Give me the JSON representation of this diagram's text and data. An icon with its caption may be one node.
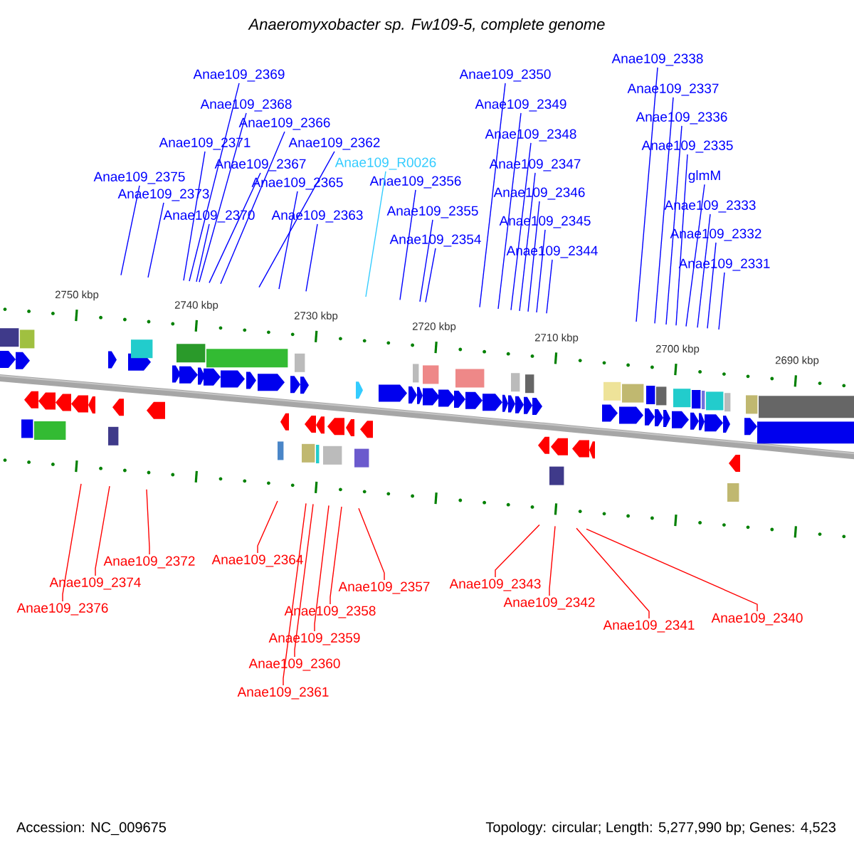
{
  "diagram": {
    "title": "Anaeromyxobacter sp. Fw109-5, complete genome",
    "nodes": [
      {
        "text": [
          "Anae109_2369"
        ]
      },
      {
        "text": [
          "Anae109_2368"
        ]
      },
      {
        "text": [
          "Anae109_2366"
        ]
      },
      {
        "text": [
          "Anae109_2371"
        ]
      },
      {
        "text": [
          "Anae109_2362"
        ]
      },
      {
        "text": [
          "Anae109_2367"
        ]
      },
      {
        "text": [
          "Anae109_2375"
        ]
      },
      {
        "text": [
          "Anae109_2365"
        ]
      },
      {
        "text": [
          "Anae109_2373"
        ]
      },
      {
        "text": [
          "Anae109_2370"
        ]
      },
      {
        "text": [
          "Anae109_2363"
        ]
      },
      {
        "text": [
          "Anae109_R0026"
        ]
      },
      {
        "text": [
          "Anae109_2356"
        ]
      },
      {
        "text": [
          "Anae109_2355"
        ]
      },
      {
        "text": [
          "Anae109_2354"
        ]
      },
      {
        "text": [
          "Anae109_2350"
        ]
      },
      {
        "text": [
          "Anae109_2349"
        ]
      },
      {
        "text": [
          "Anae109_2348"
        ]
      },
      {
        "text": [
          "Anae109_2347"
        ]
      },
      {
        "text": [
          "Anae109_2346"
        ]
      },
      {
        "text": [
          "Anae109_2345"
        ]
      },
      {
        "text": [
          "Anae109_2344"
        ]
      },
      {
        "text": [
          "Anae109_2338"
        ]
      },
      {
        "text": [
          "Anae109_2337"
        ]
      },
      {
        "text": [
          "Anae109_2336"
        ]
      },
      {
        "text": [
          "Anae109_2335"
        ]
      },
      {
        "text": [
          "glmM"
        ]
      },
      {
        "text": [
          "Anae109_2333"
        ]
      },
      {
        "text": [
          "Anae109_2332"
        ]
      },
      {
        "text": [
          "Anae109_2331"
        ]
      },
      {
        "text": [
          "Anae109_2372"
        ]
      },
      {
        "text": [
          "Anae109_2374"
        ]
      },
      {
        "text": [
          "Anae109_2376"
        ]
      },
      {
        "text": [
          "Anae109_2364"
        ]
      },
      {
        "text": [
          "Anae109_2357"
        ]
      },
      {
        "text": [
          "Anae109_2358"
        ]
      },
      {
        "text": [
          "Anae109_2359"
        ]
      },
      {
        "text": [
          "Anae109_2360"
        ]
      },
      {
        "text": [
          "Anae109_2361"
        ]
      },
      {
        "text": [
          "Anae109_2343"
        ]
      },
      {
        "text": [
          "Anae109_2342"
        ]
      },
      {
        "text": [
          "Anae109_2341"
        ]
      },
      {
        "text": [
          "Anae109_2340"
        ]
      }
    ],
    "edges": [
      {
        "from": 0,
        "to": null,
        "arrow": "none"
      },
      {
        "from": 1,
        "to": null,
        "arrow": "none"
      },
      {
        "from": 2,
        "to": null,
        "arrow": "none"
      },
      {
        "from": 3,
        "to": null,
        "arrow": "none"
      },
      {
        "from": 4,
        "to": null,
        "arrow": "none"
      },
      {
        "from": 5,
        "to": null,
        "arrow": "none"
      },
      {
        "from": 6,
        "to": null,
        "arrow": "none"
      },
      {
        "from": 7,
        "to": null,
        "arrow": "none"
      },
      {
        "from": 8,
        "to": null,
        "arrow": "none"
      },
      {
        "from": 9,
        "to": null,
        "arrow": "none"
      },
      {
        "from": 10,
        "to": null,
        "arrow": "none"
      },
      {
        "from": 11,
        "to": null,
        "arrow": "none",
        "color": "#33ccff"
      },
      {
        "from": 12,
        "to": null,
        "arrow": "none"
      },
      {
        "from": 13,
        "to": null,
        "arrow": "none"
      },
      {
        "from": 14,
        "to": null,
        "arrow": "none"
      },
      {
        "from": 15,
        "to": null,
        "arrow": "none"
      },
      {
        "from": 16,
        "to": null,
        "arrow": "none"
      },
      {
        "from": 17,
        "to": null,
        "arrow": "none"
      },
      {
        "from": 18,
        "to": null,
        "arrow": "none"
      },
      {
        "from": 19,
        "to": null,
        "arrow": "none"
      },
      {
        "from": 20,
        "to": null,
        "arrow": "none"
      },
      {
        "from": 21,
        "to": null,
        "arrow": "none"
      },
      {
        "from": 22,
        "to": null,
        "arrow": "none"
      },
      {
        "from": 23,
        "to": null,
        "arrow": "none"
      },
      {
        "from": 24,
        "to": null,
        "arrow": "none"
      },
      {
        "from": 25,
        "to": null,
        "arrow": "none"
      },
      {
        "from": 26,
        "to": null,
        "arrow": "none"
      },
      {
        "from": 27,
        "to": null,
        "arrow": "none"
      },
      {
        "from": 28,
        "to": null,
        "arrow": "none"
      },
      {
        "from": 29,
        "to": null,
        "arrow": "none"
      },
      {
        "from": 30,
        "to": null,
        "arrow": "none",
        "color": "#ff0000"
      },
      {
        "from": 31,
        "to": null,
        "arrow": "none",
        "color": "#ff0000"
      },
      {
        "from": 32,
        "to": null,
        "arrow": "none",
        "color": "#ff0000"
      },
      {
        "from": 33,
        "to": null,
        "arrow": "none",
        "color": "#ff0000"
      },
      {
        "from": 34,
        "to": null,
        "arrow": "none",
        "color": "#ff0000"
      },
      {
        "from": 35,
        "to": null,
        "arrow": "none",
        "color": "#ff0000"
      },
      {
        "from": 36,
        "to": null,
        "arrow": "none",
        "color": "#ff0000"
      },
      {
        "from": 37,
        "to": null,
        "arrow": "none",
        "color": "#ff0000"
      },
      {
        "from": 38,
        "to": null,
        "arrow": "none",
        "color": "#ff0000"
      },
      {
        "from": 39,
        "to": null,
        "arrow": "none",
        "color": "#ff0000"
      },
      {
        "from": 40,
        "to": null,
        "arrow": "none",
        "color": "#ff0000"
      },
      {
        "from": 41,
        "to": null,
        "arrow": "none",
        "color": "#ff0000"
      },
      {
        "from": 42,
        "to": null,
        "arrow": "none",
        "color": "#ff0000"
      }
    ],
    "labels": [
      "2750 kbp",
      "2740 kbp",
      "2730 kbp",
      "2720 kbp",
      "2710 kbp",
      "2700 kbp",
      "2690 kbp",
      "Accession: NC_009675",
      "Topology: circular; Length: 5,277,990 bp; Genes: 4,523"
    ]
  }
}
